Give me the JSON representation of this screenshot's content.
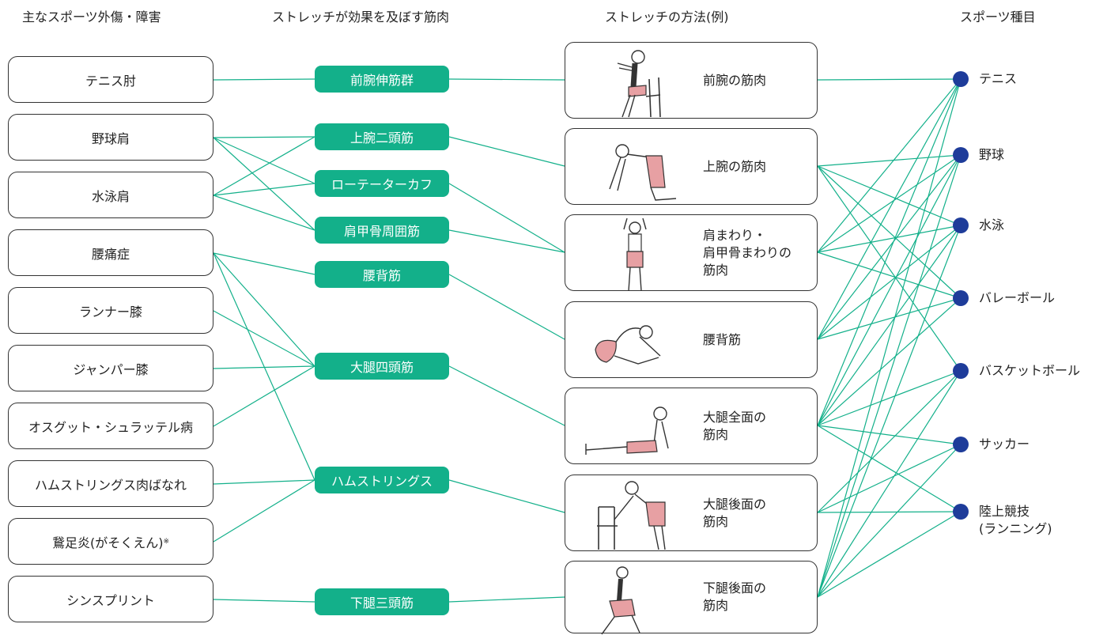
{
  "headers": {
    "injuries": "主なスポーツ外傷・障害",
    "muscles": "ストレッチが効果を及ぼす筋肉",
    "methods": "ストレッチの方法(例)",
    "sports": "スポーツ種目"
  },
  "injuries": [
    {
      "label": "テニス肘"
    },
    {
      "label": "野球肩"
    },
    {
      "label": "水泳肩"
    },
    {
      "label": "腰痛症"
    },
    {
      "label": "ランナー膝"
    },
    {
      "label": "ジャンパー膝"
    },
    {
      "label": "オスグット・シュラッテル病"
    },
    {
      "label": "ハムストリングス肉ばなれ"
    },
    {
      "label": "鵞足炎(がそくえん)",
      "mark": "※"
    },
    {
      "label": "シンスプリント"
    }
  ],
  "muscles": [
    {
      "label": "前腕伸筋群"
    },
    {
      "label": "上腕二頭筋"
    },
    {
      "label": "ローテーターカフ"
    },
    {
      "label": "肩甲骨周囲筋"
    },
    {
      "label": "腰背筋"
    },
    {
      "label": "大腿四頭筋"
    },
    {
      "label": "ハムストリングス"
    },
    {
      "label": "下腿三頭筋"
    }
  ],
  "methods": [
    {
      "lines": [
        "前腕の筋肉"
      ]
    },
    {
      "lines": [
        "上腕の筋肉"
      ]
    },
    {
      "lines": [
        "肩まわり・",
        "肩甲骨まわりの",
        "筋肉"
      ]
    },
    {
      "lines": [
        "腰背筋"
      ]
    },
    {
      "lines": [
        "大腿全面の",
        "筋肉"
      ]
    },
    {
      "lines": [
        "大腿後面の",
        "筋肉"
      ]
    },
    {
      "lines": [
        "下腿後面の",
        "筋肉"
      ]
    }
  ],
  "sports": [
    {
      "lines": [
        "テニス"
      ]
    },
    {
      "lines": [
        "野球"
      ]
    },
    {
      "lines": [
        "水泳"
      ]
    },
    {
      "lines": [
        "バレーボール"
      ]
    },
    {
      "lines": [
        "バスケットボール"
      ]
    },
    {
      "lines": [
        "サッカー"
      ]
    },
    {
      "lines": [
        "陸上競技",
        "(ランニング)"
      ]
    }
  ],
  "links_injury_muscle": [
    [
      0,
      0
    ],
    [
      1,
      1
    ],
    [
      1,
      2
    ],
    [
      1,
      3
    ],
    [
      2,
      1
    ],
    [
      2,
      2
    ],
    [
      2,
      3
    ],
    [
      3,
      4
    ],
    [
      3,
      5
    ],
    [
      3,
      6
    ],
    [
      4,
      5
    ],
    [
      5,
      5
    ],
    [
      6,
      5
    ],
    [
      7,
      6
    ],
    [
      8,
      6
    ],
    [
      9,
      7
    ]
  ],
  "links_muscle_method": [
    [
      0,
      0
    ],
    [
      1,
      1
    ],
    [
      2,
      2
    ],
    [
      3,
      2
    ],
    [
      4,
      3
    ],
    [
      5,
      4
    ],
    [
      6,
      5
    ],
    [
      7,
      6
    ]
  ],
  "links_method_sport": [
    [
      0,
      0
    ],
    [
      1,
      1
    ],
    [
      1,
      2
    ],
    [
      1,
      3
    ],
    [
      1,
      4
    ],
    [
      2,
      0
    ],
    [
      2,
      1
    ],
    [
      2,
      2
    ],
    [
      2,
      3
    ],
    [
      3,
      0
    ],
    [
      3,
      1
    ],
    [
      3,
      2
    ],
    [
      3,
      3
    ],
    [
      4,
      0
    ],
    [
      4,
      1
    ],
    [
      4,
      2
    ],
    [
      4,
      3
    ],
    [
      4,
      4
    ],
    [
      4,
      5
    ],
    [
      4,
      6
    ],
    [
      5,
      4
    ],
    [
      5,
      5
    ],
    [
      5,
      6
    ],
    [
      6,
      0
    ],
    [
      6,
      1
    ],
    [
      6,
      2
    ],
    [
      6,
      4
    ],
    [
      6,
      5
    ],
    [
      6,
      6
    ]
  ],
  "colors": {
    "line": "#13b08a",
    "muscle_box": "#13b08a",
    "sport_dot": "#1e3c9a",
    "skin_accent": "#e7a0a3"
  },
  "figure_icons": [
    "person-seated-forearm-stretch-icon",
    "person-kneeling-arm-stretch-icon",
    "person-standing-shoulder-stretch-icon",
    "person-seated-back-stretch-icon",
    "person-seated-thigh-stretch-icon",
    "person-chair-hamstring-stretch-icon",
    "person-calf-stretch-icon"
  ]
}
